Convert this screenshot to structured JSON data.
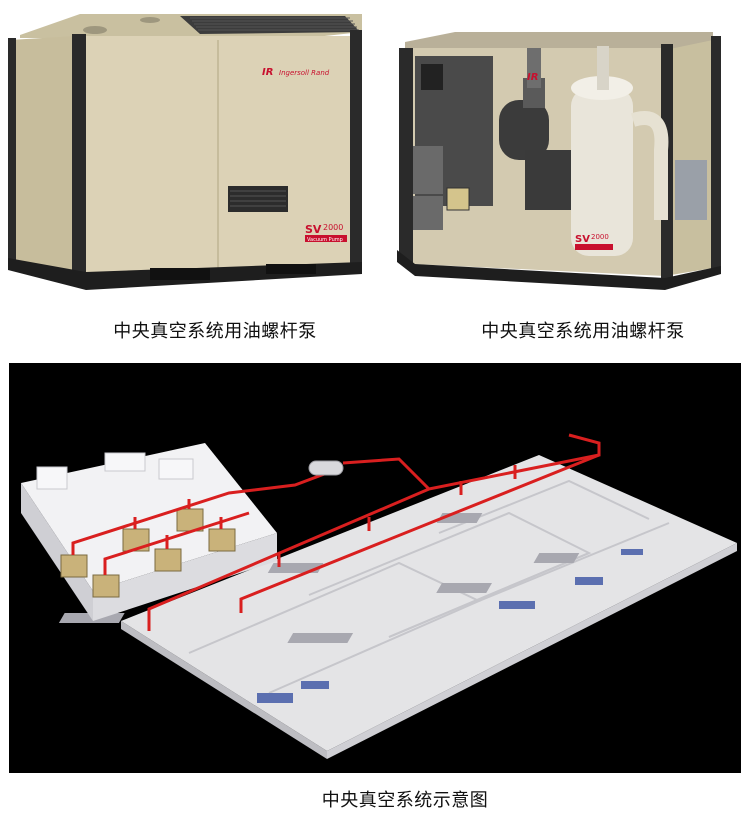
{
  "captions": {
    "left": "中央真空系统用油螺杆泵",
    "right": "中央真空系统用油螺杆泵",
    "bottom": "中央真空系统示意图"
  },
  "product": {
    "brand": "Ingersoll Rand",
    "brand_mark": "IR",
    "model_prefix": "SV",
    "model_number": "2000",
    "model_sub": "Vacuum Pump"
  },
  "colors": {
    "cabinet": "#d9cfb2",
    "cabinet_shade": "#bfb493",
    "frame": "#2a2a2a",
    "brand_red": "#c8102e",
    "pipe_red": "#d91f1f",
    "diagram_bg": "#000000",
    "floor": "#e8e8ea",
    "pump_gold": "#c9b27a"
  },
  "icons": {
    "brand": "ir-logo-icon"
  }
}
